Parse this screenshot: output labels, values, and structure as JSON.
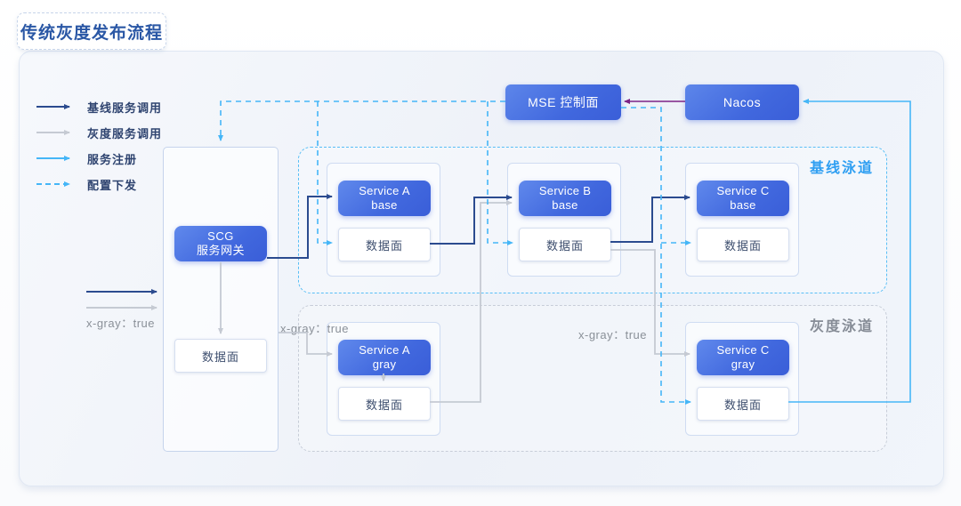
{
  "title": "传统灰度发布流程",
  "legend": {
    "items": [
      {
        "label": "基线服务调用",
        "style": "solid",
        "color": "#2b4b8f"
      },
      {
        "label": "灰度服务调用",
        "style": "solid",
        "color": "#c5cad3"
      },
      {
        "label": "服务注册",
        "style": "solid",
        "color": "#45b6f7"
      },
      {
        "label": "配置下发",
        "style": "dashed",
        "color": "#45b6f7"
      }
    ]
  },
  "control_plane": {
    "mse_label": "MSE 控制面",
    "nacos_label": "Nacos"
  },
  "gateway": {
    "line1": "SCG",
    "line2": "服务网关",
    "dataplane": "数据面"
  },
  "lanes": {
    "base": {
      "label": "基线泳道",
      "services": [
        {
          "line1": "Service A",
          "line2": "base",
          "dataplane": "数据面"
        },
        {
          "line1": "Service B",
          "line2": "base",
          "dataplane": "数据面"
        },
        {
          "line1": "Service C",
          "line2": "base",
          "dataplane": "数据面"
        }
      ]
    },
    "gray": {
      "label": "灰度泳道",
      "services": [
        {
          "line1": "Service A",
          "line2": "gray",
          "dataplane": "数据面"
        },
        {
          "line1": "Service C",
          "line2": "gray",
          "dataplane": "数据面"
        }
      ]
    }
  },
  "annotations": {
    "xgray_left": "x-gray：true",
    "xgray_mid": "x-gray：true",
    "xgray_right": "x-gray：true"
  },
  "colors": {
    "base_call": "#2b4b8f",
    "gray_call": "#c5cad3",
    "registry": "#45b6f7",
    "config_push": "#45b6f7",
    "sync": "#7d2386",
    "box_blue_start": "#6089ec",
    "box_blue_end": "#3a5ed8",
    "lane_base_border": "#58bef6",
    "lane_gray_border": "#c7cdd8",
    "title_text": "#2a57a5"
  }
}
